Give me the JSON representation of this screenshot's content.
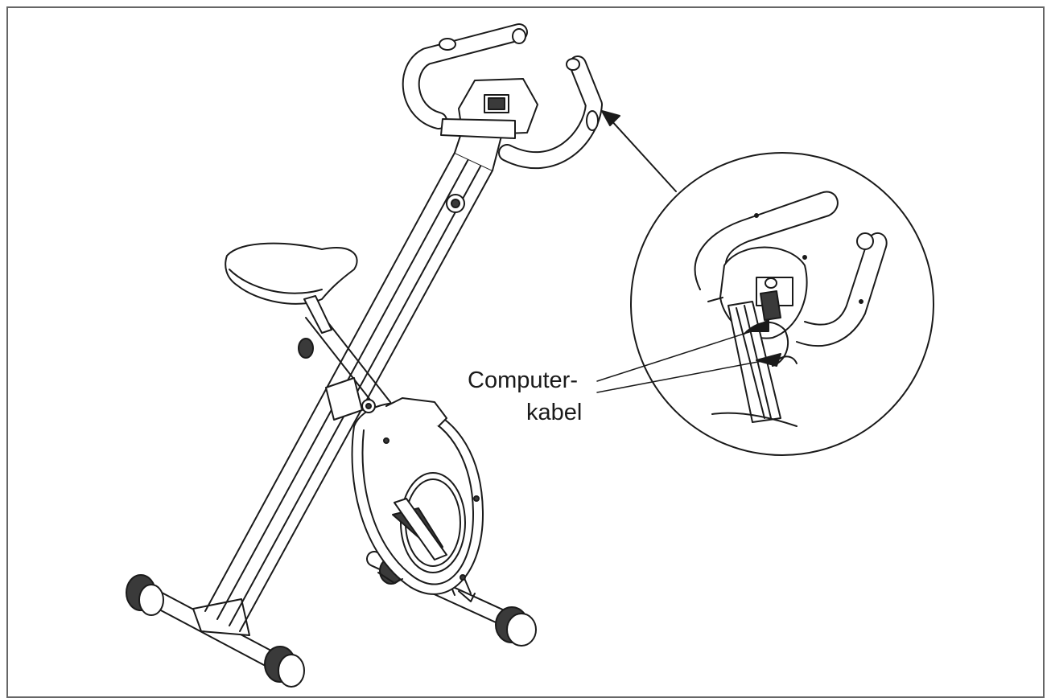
{
  "callout": {
    "line1": "Computer-",
    "line2": "kabel"
  },
  "colors": {
    "frame": "#666666",
    "line": "#1a1a1a",
    "fill": "#ffffff",
    "dark_fill": "#3a3a3a"
  },
  "icons": [
    "exercise-bike-drawing",
    "detail-magnifier-circle",
    "pointer-arrow"
  ]
}
